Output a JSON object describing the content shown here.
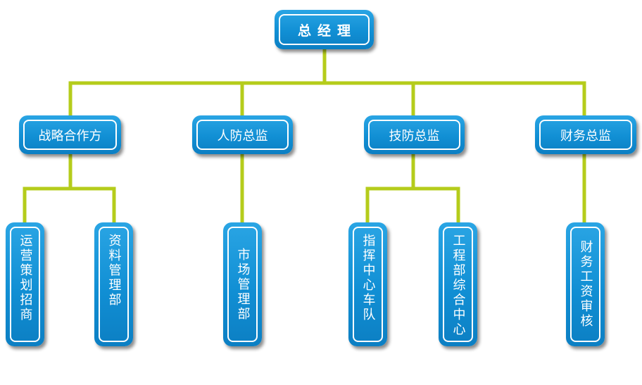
{
  "colors": {
    "connector": "#b5cc1b",
    "box": "#1295d8",
    "box_border": "#ffffff",
    "text": "#ffffff"
  },
  "root": {
    "label": "总经理"
  },
  "departments": [
    {
      "label": "战略合作方"
    },
    {
      "label": "人防总监"
    },
    {
      "label": "技防总监"
    },
    {
      "label": "财务总监"
    }
  ],
  "units": [
    {
      "label": "运营策划招商"
    },
    {
      "label": "资料管理部"
    },
    {
      "label": "市场管理部"
    },
    {
      "label": "指挥中心车队"
    },
    {
      "label": "工程部综合中心"
    },
    {
      "label": "财务工资审核"
    }
  ]
}
